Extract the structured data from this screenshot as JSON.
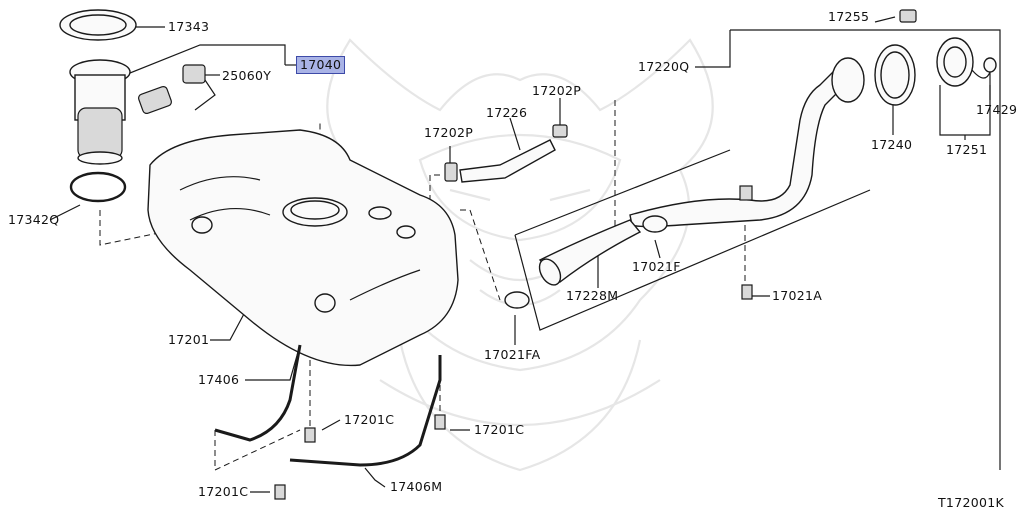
{
  "diagram": {
    "labels": [
      {
        "id": "17343",
        "text": "17343"
      },
      {
        "id": "17040",
        "text": "17040",
        "highlighted": true
      },
      {
        "id": "25060Y",
        "text": "25060Y"
      },
      {
        "id": "17342Q",
        "text": "17342Q"
      },
      {
        "id": "17202P_a",
        "text": "17202P"
      },
      {
        "id": "17202P_b",
        "text": "17202P"
      },
      {
        "id": "17226",
        "text": "17226"
      },
      {
        "id": "17220Q",
        "text": "17220Q"
      },
      {
        "id": "17255",
        "text": "17255"
      },
      {
        "id": "17240",
        "text": "17240"
      },
      {
        "id": "17429",
        "text": "17429"
      },
      {
        "id": "17251",
        "text": "17251"
      },
      {
        "id": "17021F",
        "text": "17021F"
      },
      {
        "id": "17228M",
        "text": "17228M"
      },
      {
        "id": "17021A",
        "text": "17021A"
      },
      {
        "id": "17021FA",
        "text": "17021FA"
      },
      {
        "id": "17201",
        "text": "17201"
      },
      {
        "id": "17406",
        "text": "17406"
      },
      {
        "id": "17201C_a",
        "text": "17201C"
      },
      {
        "id": "17201C_b",
        "text": "17201C"
      },
      {
        "id": "17201C_c",
        "text": "17201C"
      },
      {
        "id": "17406M",
        "text": "17406M"
      }
    ],
    "figure_code": "T172001K",
    "highlight_color": "#a9b3e6"
  }
}
